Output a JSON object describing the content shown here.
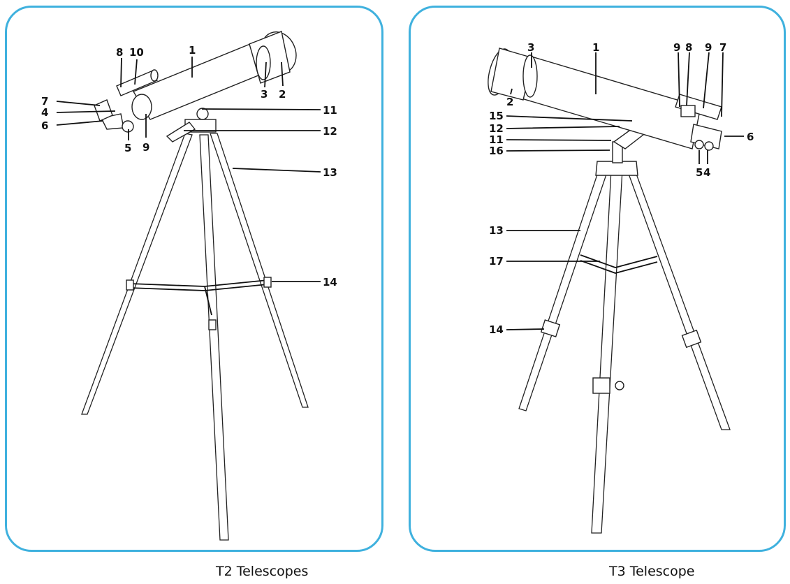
{
  "left_panel": {
    "caption": "T2 Telescopes",
    "labels": {
      "l1": "1",
      "l2": "2",
      "l3": "3",
      "l4": "4",
      "l5": "5",
      "l6": "6",
      "l7": "7",
      "l8": "8",
      "l9": "9",
      "l10": "10",
      "l11": "11",
      "l12": "12",
      "l13": "13",
      "l14": "14"
    }
  },
  "right_panel": {
    "caption": "T3 Telescope",
    "labels": {
      "l1": "1",
      "l2": "2",
      "l3": "3",
      "l4": "4",
      "l5": "5",
      "l6": "6",
      "l7": "7",
      "l8": "8",
      "l9a": "9",
      "l9b": "9",
      "l11": "11",
      "l12": "12",
      "l13": "13",
      "l14": "14",
      "l15": "15",
      "l16": "16",
      "l17": "17"
    }
  },
  "colors": {
    "panel_border": "#3fb1de",
    "line": "#111111"
  }
}
